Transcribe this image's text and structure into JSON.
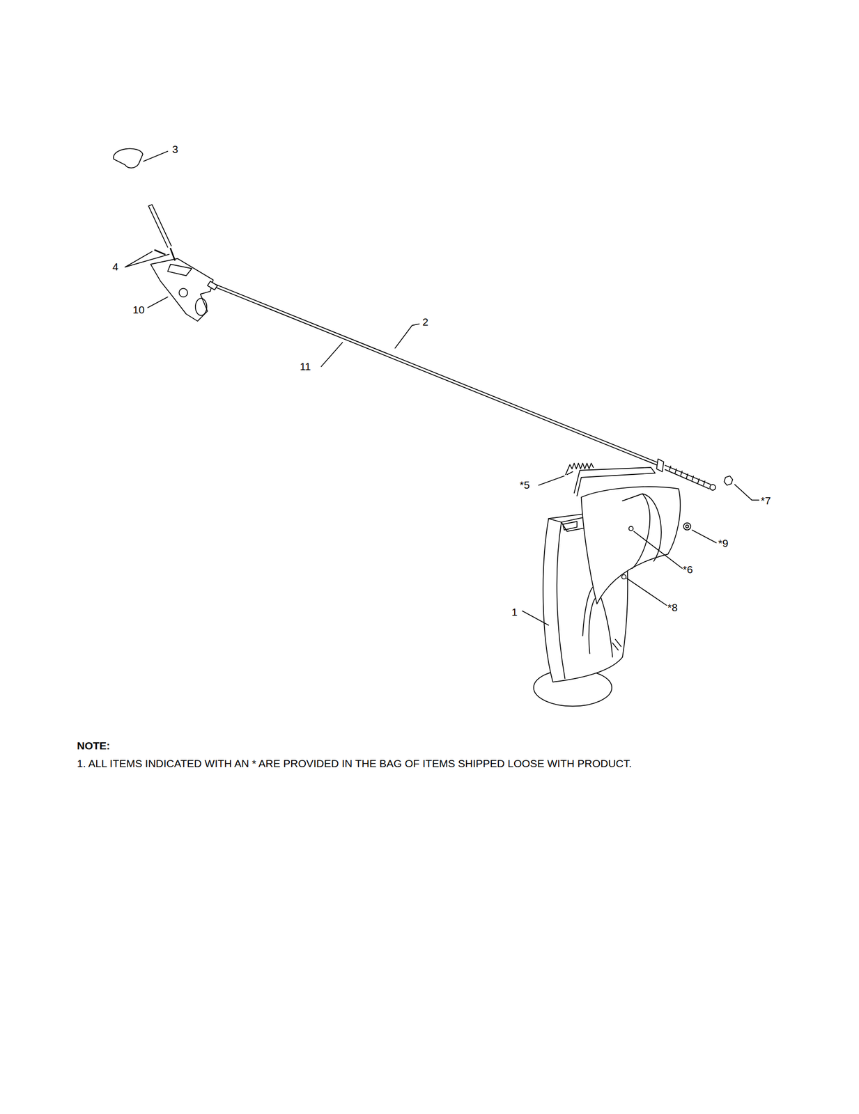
{
  "diagram": {
    "labels": [
      "3",
      "4",
      "10",
      "2",
      "11",
      "*5",
      "*7",
      "*9",
      "*6",
      "1",
      "*8",
      "NOTE:",
      "1. ALL ITEMS INDICATED WITH AN * ARE PROVIDED IN THE BAG OF ITEMS SHIPPED LOOSE WITH PRODUCT."
    ]
  }
}
